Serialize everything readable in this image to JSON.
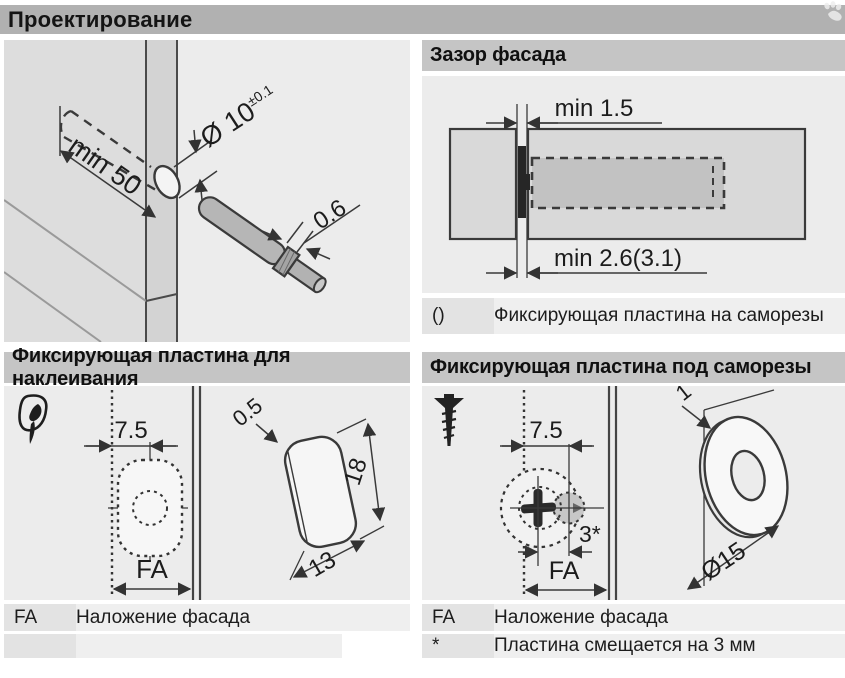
{
  "header": {
    "title": "Проектирование"
  },
  "drilling_panel": {
    "dim_depth": "min 50",
    "dim_diameter": "Ø 10",
    "dim_diameter_tolerance": "±0.1",
    "dim_tip_gap": "0.6"
  },
  "facade_gap_panel": {
    "title": "Зазор фасада",
    "dim_top": "min 1.5",
    "dim_bottom": "min 2.6(3.1)",
    "note": {
      "label": "()",
      "text": "Фиксирующая пластина на саморезы"
    }
  },
  "glue_plate_panel": {
    "title": "Фиксирующая пластина для наклеивания",
    "dim_offset": "7.5",
    "dim_fa": "FA",
    "dim_thickness": "0.5",
    "dim_height": "18",
    "dim_width": "13",
    "notes": [
      {
        "label": "FA",
        "text": "Наложение фасада"
      }
    ]
  },
  "screw_plate_panel": {
    "title": "Фиксирующая пластина под саморезы",
    "dim_offset": "7.5",
    "dim_shift": "3*",
    "dim_fa": "FA",
    "dim_thickness": "1",
    "dim_diameter": "Ø15",
    "notes": [
      {
        "label": "FA",
        "text": "Наложение фасада"
      },
      {
        "label": "*",
        "text": "Пластина смещается на 3 мм"
      }
    ]
  },
  "colors": {
    "header_bar": "#b1b1b1",
    "sub_header_bar": "#c5c5c5",
    "panel_bg": "#ececec",
    "board_fill": "#d9d9d9",
    "device_fill": "#b6b6b6",
    "line": "#3a3a3a"
  }
}
